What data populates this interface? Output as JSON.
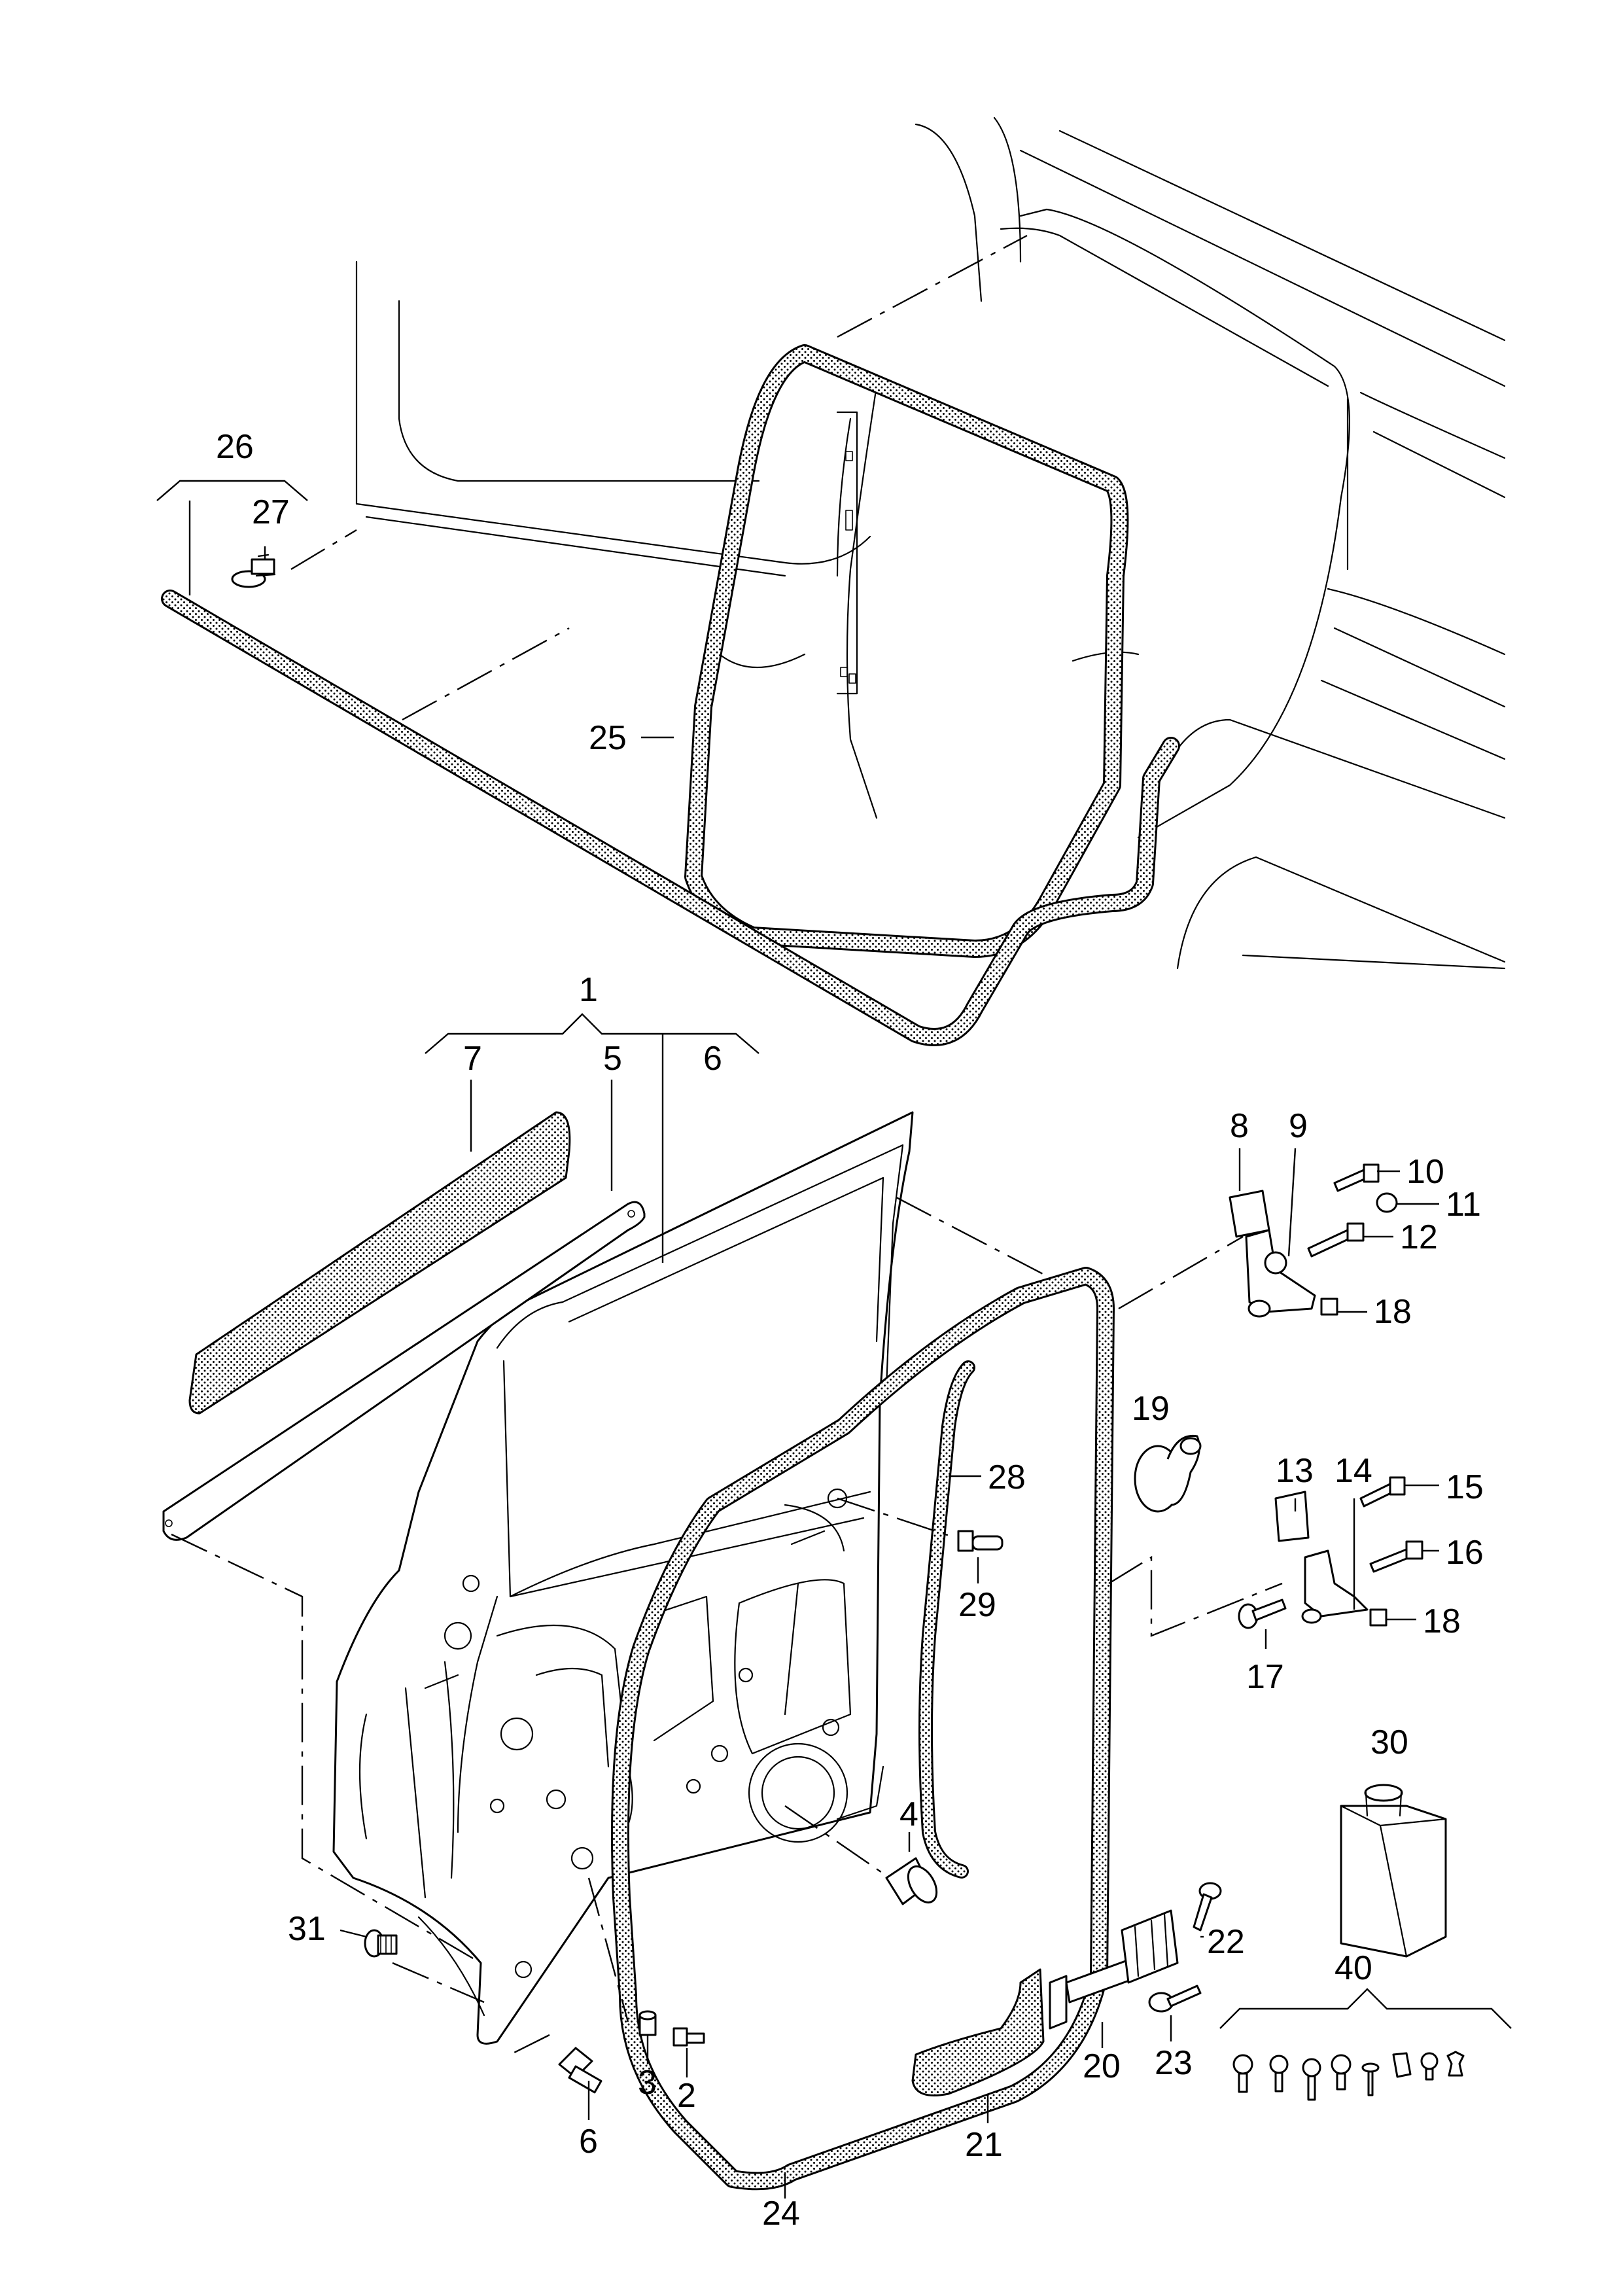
{
  "callouts": [
    {
      "id": "c1",
      "text": "1"
    },
    {
      "id": "c2",
      "text": "2"
    },
    {
      "id": "c3",
      "text": "3"
    },
    {
      "id": "c4",
      "text": "4"
    },
    {
      "id": "c5",
      "text": "5"
    },
    {
      "id": "c6a",
      "text": "6"
    },
    {
      "id": "c6b",
      "text": "6"
    },
    {
      "id": "c7",
      "text": "7"
    },
    {
      "id": "c8",
      "text": "8"
    },
    {
      "id": "c9",
      "text": "9"
    },
    {
      "id": "c10",
      "text": "10"
    },
    {
      "id": "c11",
      "text": "11"
    },
    {
      "id": "c12",
      "text": "12"
    },
    {
      "id": "c13",
      "text": "13"
    },
    {
      "id": "c14",
      "text": "14"
    },
    {
      "id": "c15",
      "text": "15"
    },
    {
      "id": "c16",
      "text": "16"
    },
    {
      "id": "c17",
      "text": "17"
    },
    {
      "id": "c18a",
      "text": "18"
    },
    {
      "id": "c18b",
      "text": "18"
    },
    {
      "id": "c19",
      "text": "19"
    },
    {
      "id": "c20",
      "text": "20"
    },
    {
      "id": "c21",
      "text": "21"
    },
    {
      "id": "c22",
      "text": "22"
    },
    {
      "id": "c23",
      "text": "23"
    },
    {
      "id": "c24",
      "text": "24"
    },
    {
      "id": "c25",
      "text": "25"
    },
    {
      "id": "c26",
      "text": "26"
    },
    {
      "id": "c27",
      "text": "27"
    },
    {
      "id": "c28",
      "text": "28"
    },
    {
      "id": "c29",
      "text": "29"
    },
    {
      "id": "c30",
      "text": "30"
    },
    {
      "id": "c31",
      "text": "31"
    },
    {
      "id": "c40",
      "text": "40"
    }
  ]
}
